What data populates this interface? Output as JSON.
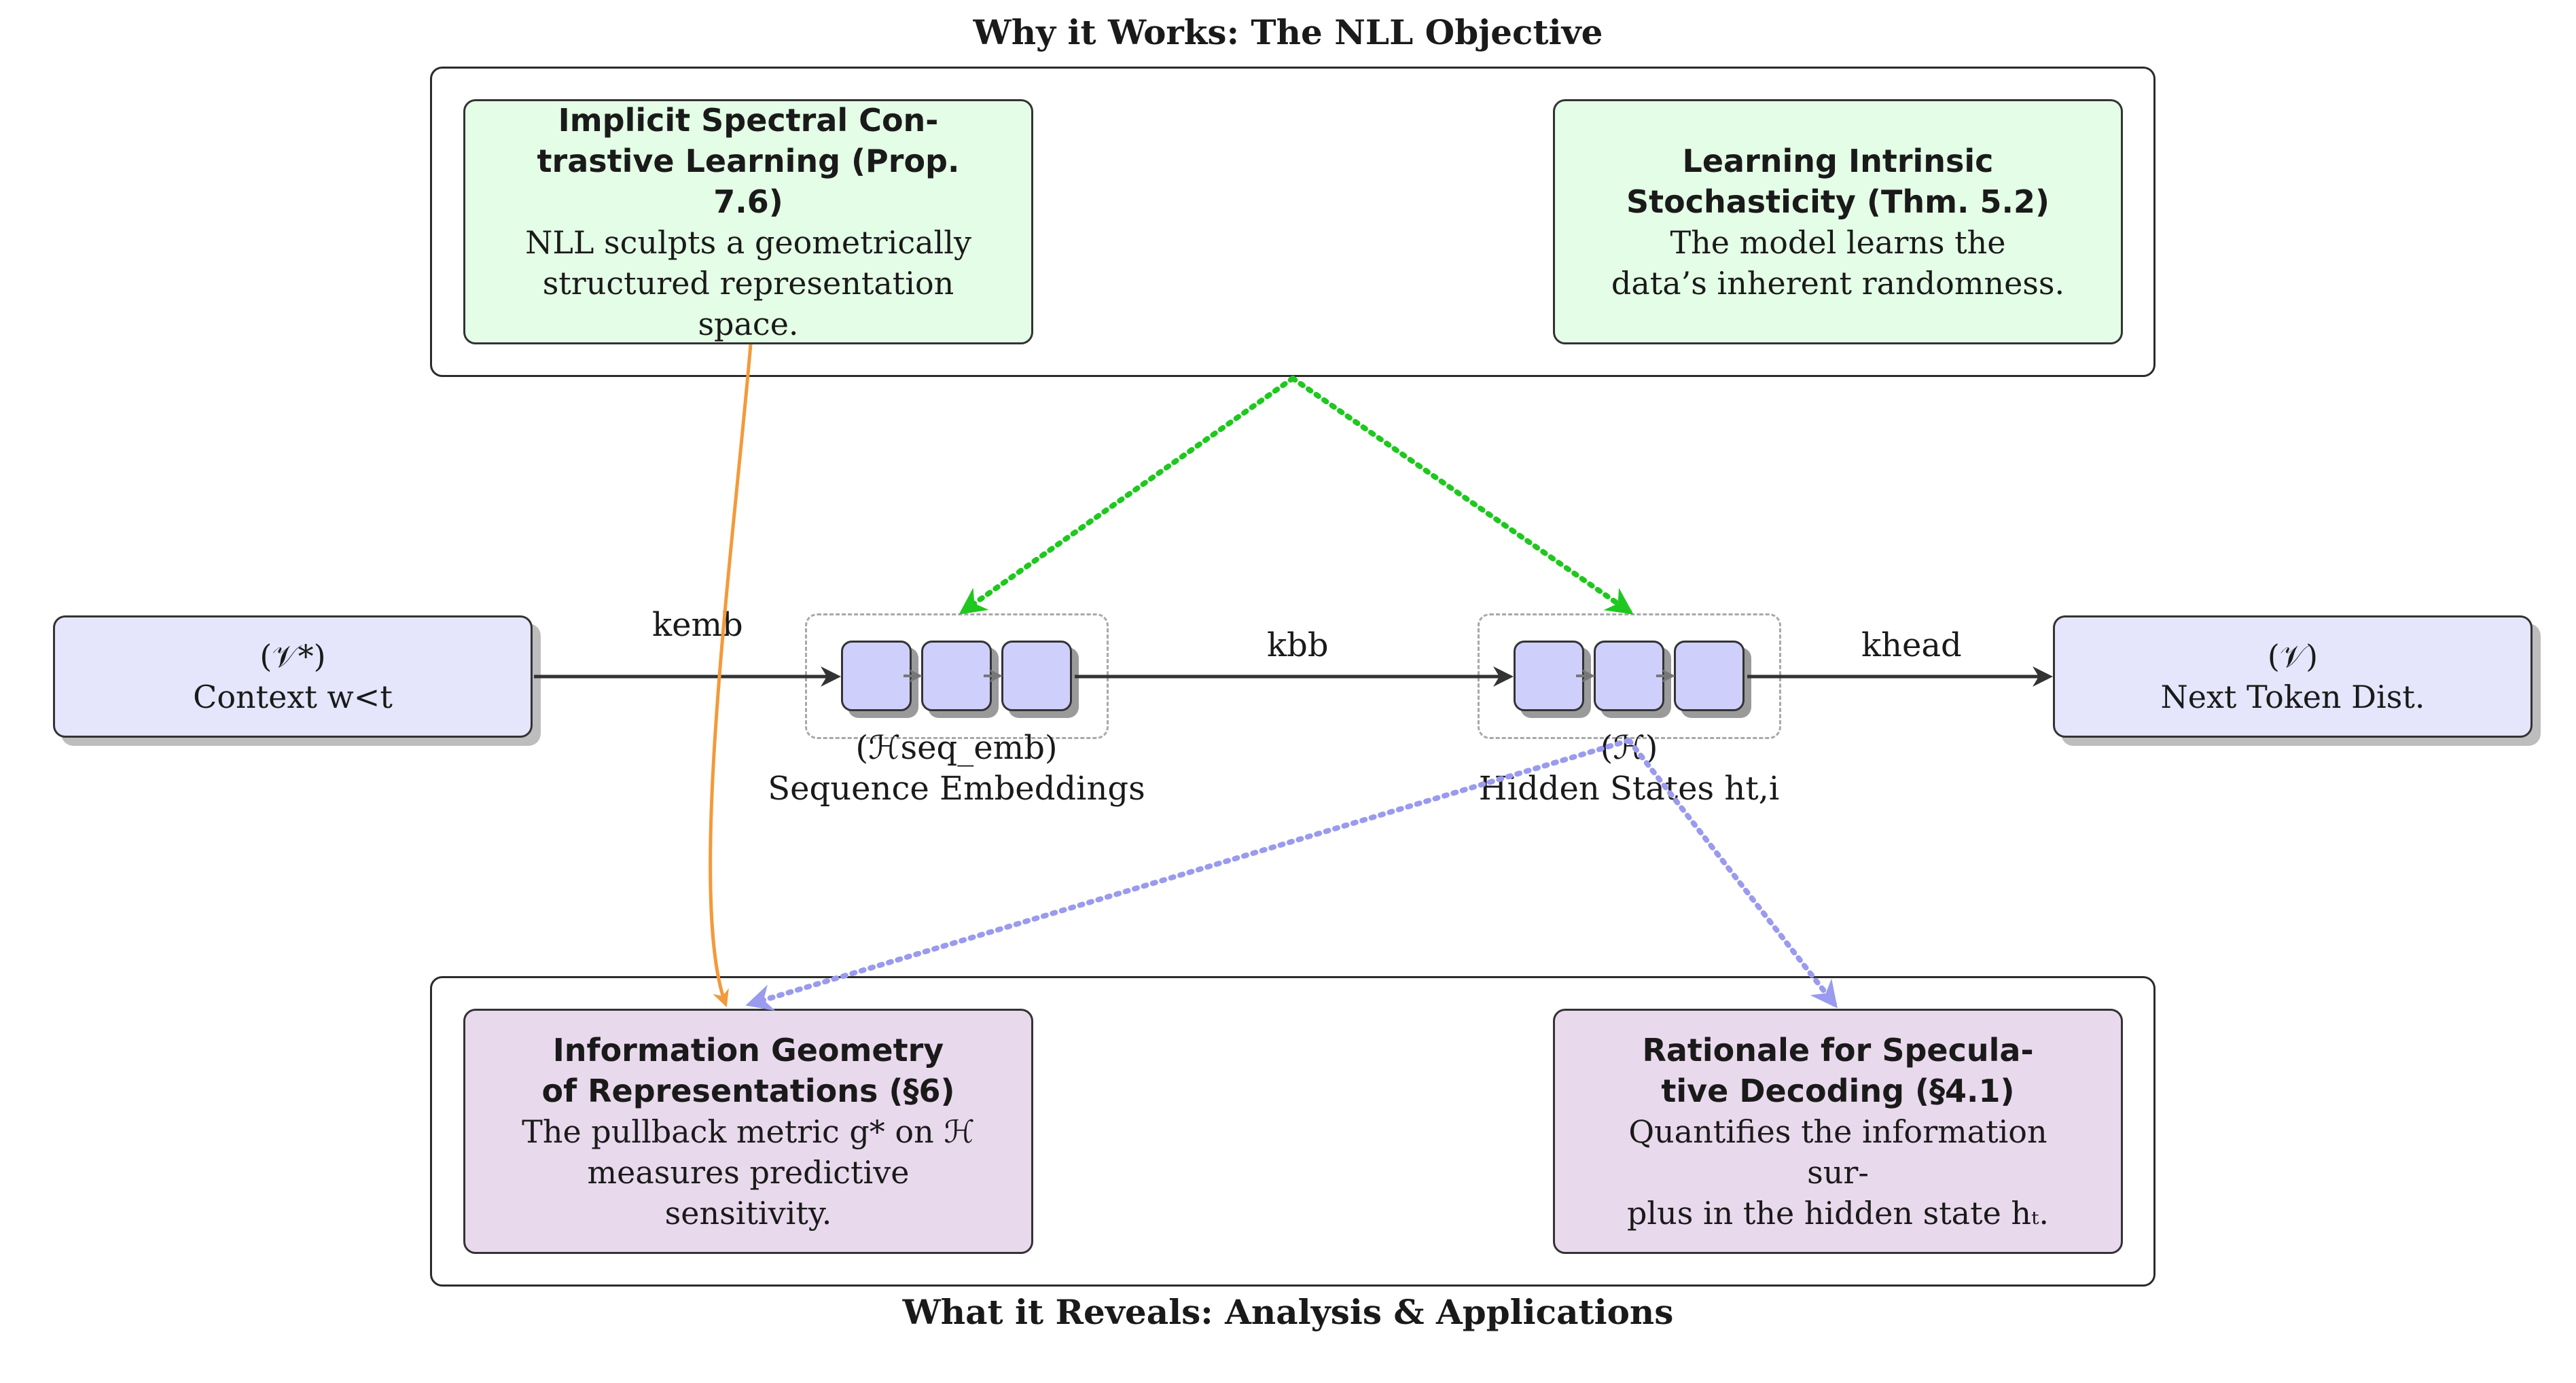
{
  "top_group": {
    "title": "Why it Works: The NLL Objective",
    "cards": [
      {
        "title_line1": "Implicit Spectral Con-",
        "title_line2": "trastive Learning (Prop. 7.6)",
        "desc_line1": "NLL sculpts a geometrically",
        "desc_line2": "structured representation space."
      },
      {
        "title_line1": "Learning Intrinsic",
        "title_line2": "Stochasticity (Thm. 5.2)",
        "desc_line1": "The model learns the",
        "desc_line2": "data’s inherent randomness."
      }
    ]
  },
  "bottom_group": {
    "title": "What it Reveals: Analysis & Applications",
    "cards": [
      {
        "title_line1": "Information Geometry",
        "title_line2": "of Representations (§6)",
        "desc_line1": "The pullback metric g* on ℋ",
        "desc_line2": "measures predictive sensitivity."
      },
      {
        "title_line1": "Rationale for Specula-",
        "title_line2": "tive Decoding (§4.1)",
        "desc_line1": "Quantifies the information sur-",
        "desc_line2": "plus in the hidden state hₜ."
      }
    ]
  },
  "pipeline": {
    "input": {
      "space": "(𝒱*)",
      "label": "Context w<t"
    },
    "seq_embeddings": {
      "space": "(ℋseq_emb)",
      "label": "Sequence Embeddings"
    },
    "hidden_states": {
      "space": "(ℋ)",
      "label": "Hidden States ht,i"
    },
    "output": {
      "space": "(𝒱)",
      "label": "Next Token Dist."
    },
    "edges": {
      "emb": "kemb",
      "bb": "kbb",
      "head": "khead"
    }
  },
  "colors": {
    "orange_arrow": "#f39a3a",
    "green_arrow": "#1ec81e",
    "lavender_arrow": "#9a9aee",
    "green_card": "#e4fde6",
    "purple_card": "#e9d9ec",
    "io_box": "#e5e5fb",
    "token": "#cfcffb"
  }
}
